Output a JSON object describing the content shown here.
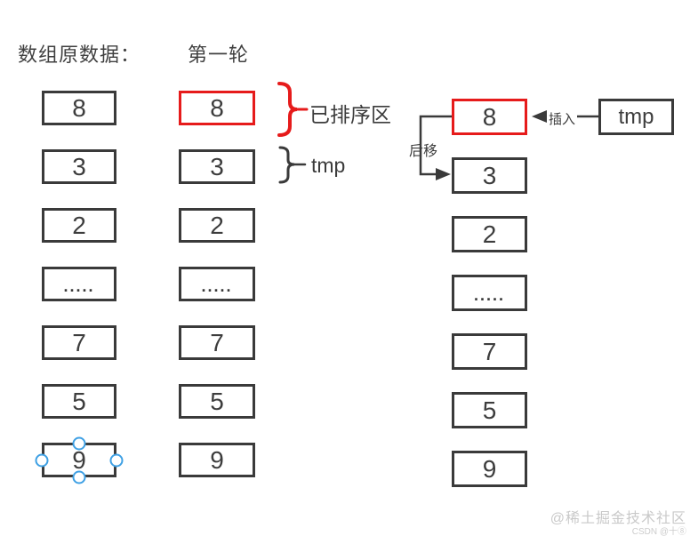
{
  "headers": {
    "original": "数组原数据：",
    "round1": "第一轮"
  },
  "columns": {
    "original": [
      "8",
      "3",
      "2",
      ".....",
      "7",
      "5",
      "9"
    ],
    "round1": [
      "8",
      "3",
      "2",
      ".....",
      "7",
      "5",
      "9"
    ],
    "round1_result": [
      "8",
      "3",
      "2",
      ".....",
      "7",
      "5",
      "9"
    ]
  },
  "labels": {
    "sorted_region": "已排序区",
    "tmp_brace": "tmp",
    "shift_back": "后移",
    "insert": "插入",
    "tmp_box": "tmp"
  },
  "watermark": {
    "line1": "@稀土掘金技术社区",
    "line2": "CSDN @十⑧"
  },
  "colors": {
    "box_border": "#3a3a3a",
    "highlight_red": "#e61b1b",
    "text": "#3d3d3d",
    "selection_handle": "#3ea0e4",
    "watermark": "#c9c9c9"
  }
}
